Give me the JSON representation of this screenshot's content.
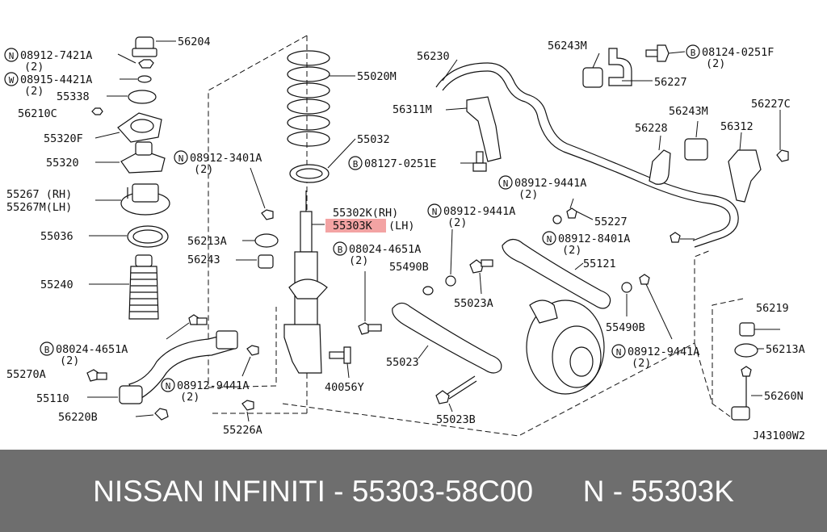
{
  "diagram": {
    "code": "J43100W2",
    "highlight_color": "#f3a3a3",
    "labels": {
      "p56204": "56204",
      "n08912_7421A": "08912-7421A",
      "q7421": "(2)",
      "w08915_4421A": "08915-4421A",
      "q4421": "(2)",
      "p55338": "55338",
      "p56210C": "56210C",
      "p55320F": "55320F",
      "p55320": "55320",
      "p55267": "55267 (RH)",
      "p55267M": "55267M(LH)",
      "p55036": "55036",
      "p55240": "55240",
      "p55020M": "55020M",
      "p55032": "55032",
      "n08912_3401A": "08912-3401A",
      "q3401": "(2)",
      "b08127_0251E": "08127-0251E",
      "p55302K": "55302K(RH)",
      "p55303K_part": "55303K",
      "p55303K_side": "(LH)",
      "p56213A_a": "56213A",
      "p56243": "56243",
      "b08024_4651A_a": "08024-4651A",
      "q4651a": "(2)",
      "b08024_4651A_b": "08024-4651A",
      "q4651b": "(2)",
      "p55270A": "55270A",
      "p55110": "55110",
      "p56220B": "56220B",
      "n08912_9441A_a": "08912-9441A",
      "q9441a": "(2)",
      "p55226A": "55226A",
      "p40056Y": "40056Y",
      "p56230": "56230",
      "p56311M": "56311M",
      "p56243M_a": "56243M",
      "b08124_0251F": "08124-0251F",
      "q0251f": "(2)",
      "p56227": "56227",
      "p56243M_b": "56243M",
      "p56227C": "56227C",
      "p56228": "56228",
      "p56312": "56312",
      "n08912_9441A_b": "08912-9441A",
      "q9441b": "(2)",
      "n08912_9441A_c": "08912-9441A",
      "q9441c": "(2)",
      "p55227": "55227",
      "n08912_8401A": "08912-8401A",
      "q8401": "(2)",
      "p55490B_a": "55490B",
      "p55121": "55121",
      "p55023A": "55023A",
      "p55490B_b": "55490B",
      "n08912_9441A_d": "08912-9441A",
      "q9441d": "(2)",
      "p55023": "55023",
      "p55023B": "55023B",
      "p56219": "56219",
      "p56213A_b": "56213A",
      "p56260N": "56260N",
      "mark_N": "N",
      "mark_W": "W",
      "mark_B": "B"
    }
  },
  "footer": {
    "text": "NISSAN INFINITI - 55303-58C00      N - 55303K",
    "background": "#6e6e6e"
  }
}
